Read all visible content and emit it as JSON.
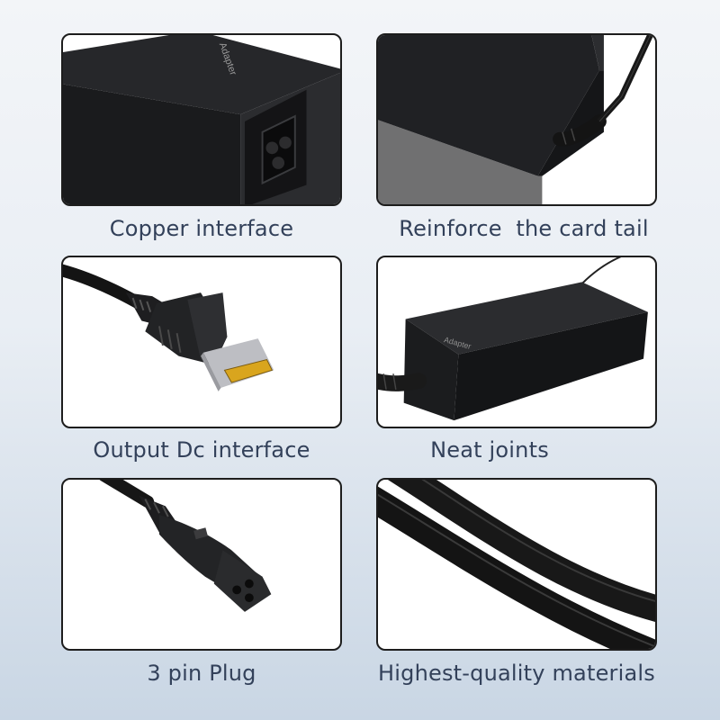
{
  "features": [
    {
      "caption": "Copper interface",
      "image": "adapter-copper-socket",
      "device_label": "Adapter"
    },
    {
      "caption": "Reinforce  the card tail",
      "image": "adapter-cable-strain-relief"
    },
    {
      "caption": "Output Dc interface",
      "image": "square-dc-connector"
    },
    {
      "caption": "Neat joints",
      "image": "adapter-side-view",
      "device_label": "Adapter"
    },
    {
      "caption": "3 pin Plug",
      "image": "three-pin-plug"
    },
    {
      "caption": "Highest-quality materials",
      "image": "cable-closeup"
    }
  ],
  "colors": {
    "panel_border": "#1d1d1d",
    "caption_text": "#33415a",
    "adapter_body": "#1c1c1e",
    "connector_tip": "#d9a51e"
  }
}
